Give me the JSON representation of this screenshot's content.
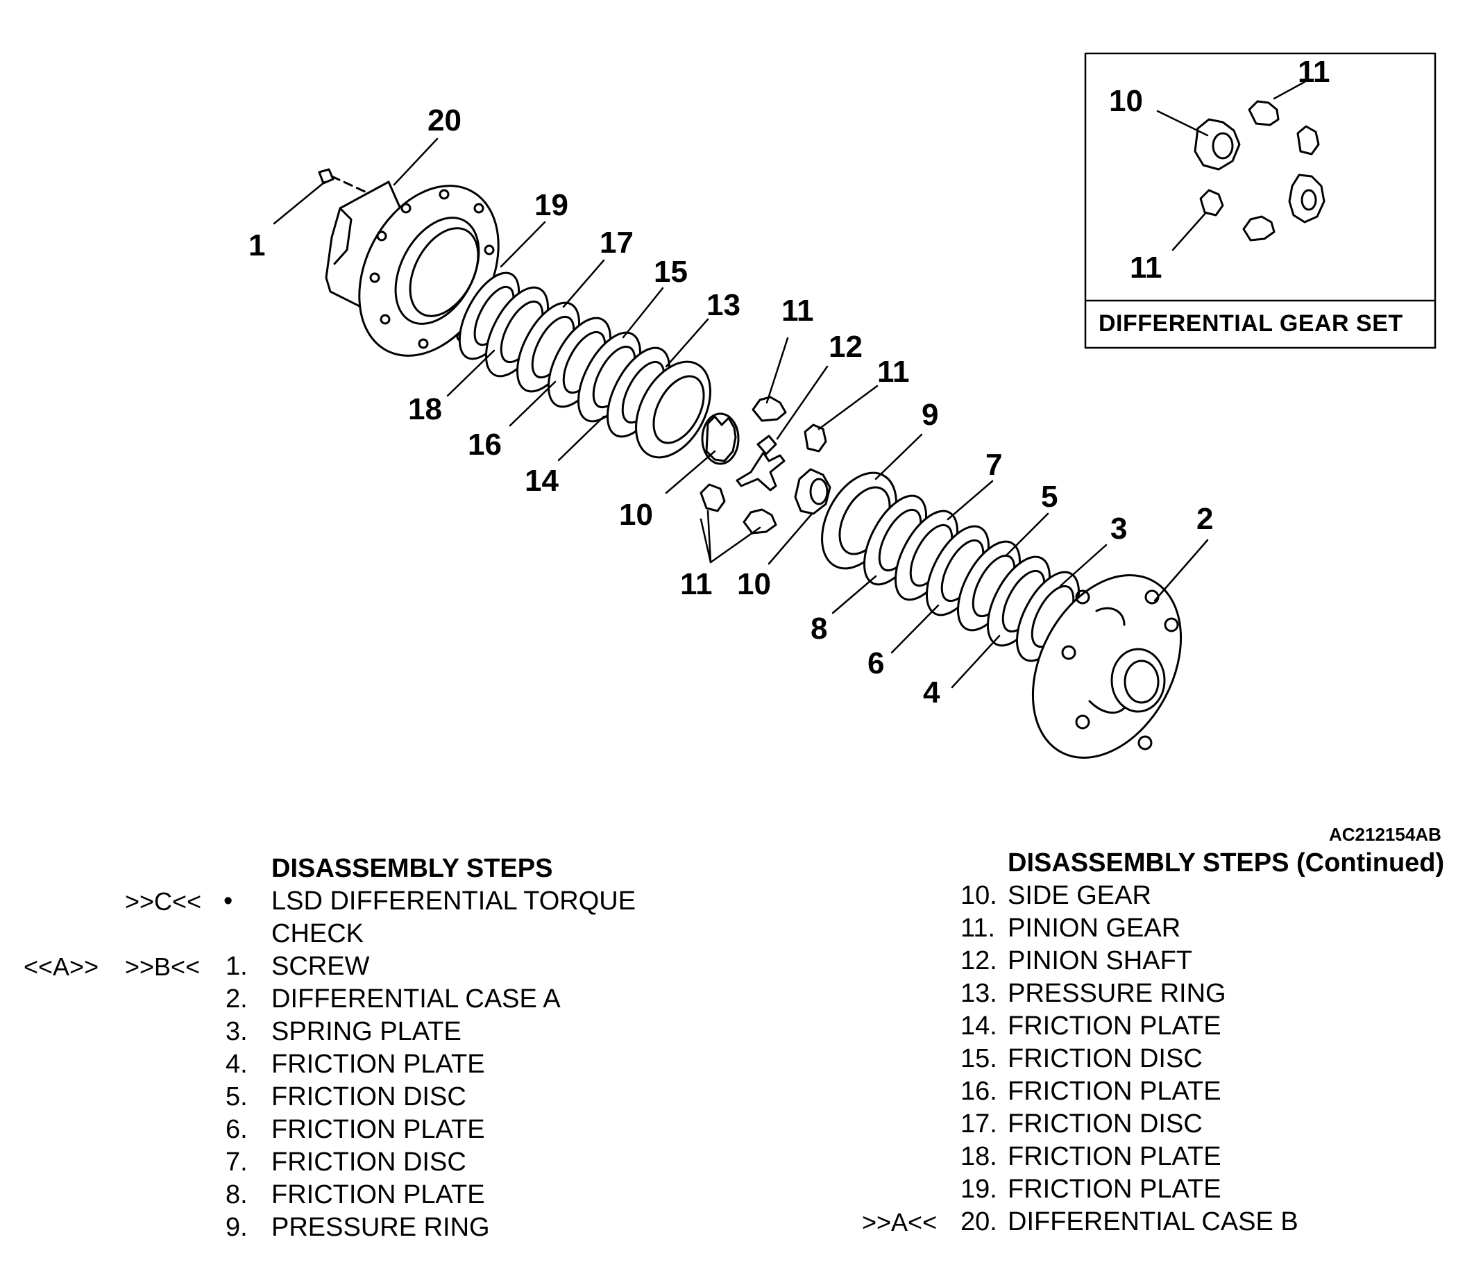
{
  "inset": {
    "title": "DIFFERENTIAL GEAR SET"
  },
  "figure_code": "AC212154AB",
  "callouts": {
    "c1": "1",
    "c20": "20",
    "c19": "19",
    "c17": "17",
    "c15": "15",
    "c13": "13",
    "c18": "18",
    "c16": "16",
    "c14": "14",
    "c11a": "11",
    "c12": "12",
    "c11b": "11",
    "c9": "9",
    "c10a": "10",
    "c11c": "11",
    "c10b": "10",
    "c7": "7",
    "c5": "5",
    "c3": "3",
    "c2": "2",
    "c8": "8",
    "c6": "6",
    "c4": "4",
    "i10": "10",
    "i11a": "11",
    "i11b": "11"
  },
  "steps_left": {
    "heading": "DISASSEMBLY STEPS",
    "items": [
      {
        "marker1": "",
        "marker2": ">>C<<",
        "num": "•",
        "text": "LSD DIFFERENTIAL TORQUE"
      },
      {
        "marker1": "",
        "marker2": "",
        "num": "",
        "text": "CHECK"
      },
      {
        "marker1": "<<A>>",
        "marker2": ">>B<<",
        "num": "1.",
        "text": "SCREW"
      },
      {
        "marker1": "",
        "marker2": "",
        "num": "2.",
        "text": "DIFFERENTIAL CASE A"
      },
      {
        "marker1": "",
        "marker2": "",
        "num": "3.",
        "text": "SPRING PLATE"
      },
      {
        "marker1": "",
        "marker2": "",
        "num": "4.",
        "text": "FRICTION PLATE"
      },
      {
        "marker1": "",
        "marker2": "",
        "num": "5.",
        "text": "FRICTION DISC"
      },
      {
        "marker1": "",
        "marker2": "",
        "num": "6.",
        "text": "FRICTION PLATE"
      },
      {
        "marker1": "",
        "marker2": "",
        "num": "7.",
        "text": "FRICTION DISC"
      },
      {
        "marker1": "",
        "marker2": "",
        "num": "8.",
        "text": "FRICTION PLATE"
      },
      {
        "marker1": "",
        "marker2": "",
        "num": "9.",
        "text": "PRESSURE RING"
      }
    ]
  },
  "steps_right": {
    "heading": "DISASSEMBLY STEPS (Continued)",
    "items": [
      {
        "marker": "",
        "num": "10.",
        "text": "SIDE GEAR"
      },
      {
        "marker": "",
        "num": "11.",
        "text": "PINION GEAR"
      },
      {
        "marker": "",
        "num": "12.",
        "text": "PINION SHAFT"
      },
      {
        "marker": "",
        "num": "13.",
        "text": "PRESSURE RING"
      },
      {
        "marker": "",
        "num": "14.",
        "text": "FRICTION PLATE"
      },
      {
        "marker": "",
        "num": "15.",
        "text": "FRICTION DISC"
      },
      {
        "marker": "",
        "num": "16.",
        "text": "FRICTION PLATE"
      },
      {
        "marker": "",
        "num": "17.",
        "text": "FRICTION DISC"
      },
      {
        "marker": "",
        "num": "18.",
        "text": "FRICTION PLATE"
      },
      {
        "marker": "",
        "num": "19.",
        "text": "FRICTION PLATE"
      },
      {
        "marker": ">>A<<",
        "num": "20.",
        "text": "DIFFERENTIAL CASE B"
      }
    ]
  }
}
